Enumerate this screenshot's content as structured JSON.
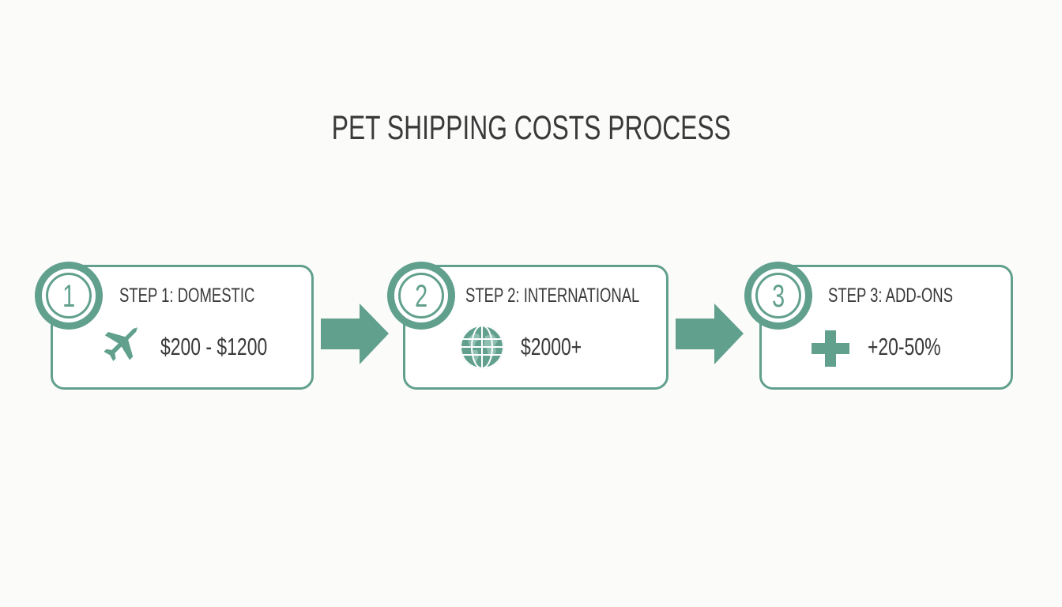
{
  "title": "PET SHIPPING COSTS PROCESS",
  "colors": {
    "accent": "#62a08e",
    "text": "#3a3a3a",
    "background": "#fbfbfa",
    "box_fill": "#ffffff"
  },
  "steps": [
    {
      "number": "1",
      "label": "STEP 1: DOMESTIC",
      "icon": "airplane-icon",
      "value": "$200 - $1200"
    },
    {
      "number": "2",
      "label": "STEP 2: INTERNATIONAL",
      "icon": "globe-icon",
      "value": "$2000+"
    },
    {
      "number": "3",
      "label": "STEP 3: ADD-ONS",
      "icon": "plus-icon",
      "value": "+20-50%"
    }
  ],
  "connectors": [
    {
      "from": "1",
      "to": "2",
      "icon": "arrow-right-icon"
    },
    {
      "from": "2",
      "to": "3",
      "icon": "arrow-right-icon"
    }
  ]
}
